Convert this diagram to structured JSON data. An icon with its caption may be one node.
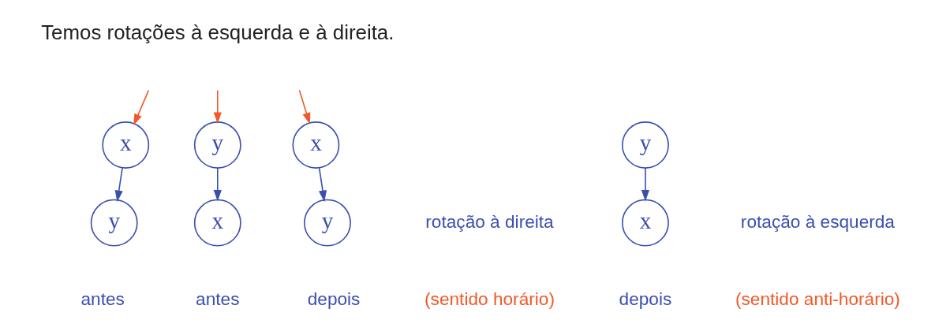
{
  "diagram": {
    "nodes": [
      {
        "text": [
          "x"
        ]
      },
      {
        "text": [
          "y"
        ]
      },
      {
        "text": [
          "y"
        ]
      },
      {
        "text": [
          "x"
        ]
      },
      {
        "text": [
          "y"
        ]
      },
      {
        "text": [
          "x"
        ]
      },
      {
        "text": [
          "x"
        ]
      },
      {
        "text": [
          "y"
        ]
      }
    ],
    "edges": [
      {
        "from": null,
        "to": 0,
        "arrow": "to",
        "color": "#f05a28"
      },
      {
        "from": 0,
        "to": 1,
        "arrow": "to"
      },
      {
        "from": 2,
        "to": 3,
        "arrow": "to"
      },
      {
        "from": null,
        "to": 4,
        "arrow": "to",
        "color": "#f05a28"
      },
      {
        "from": 4,
        "to": 5,
        "arrow": "to"
      },
      {
        "from": null,
        "to": 6,
        "arrow": "to",
        "color": "#f05a28"
      },
      {
        "from": 6,
        "to": 7,
        "arrow": "to"
      }
    ],
    "labels": [
      "Temos rotações à esquerda e à direita.",
      "rotação à direita",
      "antes",
      "(sentido horário)",
      "depois",
      "antes",
      "rotação à esquerda",
      "(sentido anti-horário)",
      "depois"
    ]
  }
}
